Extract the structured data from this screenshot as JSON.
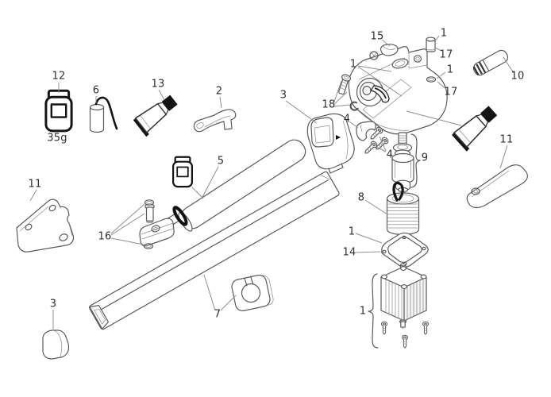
{
  "colors": {
    "bg": "#ffffff",
    "outline": "#5a5a5a",
    "ink": "#141414",
    "leader": "#8f8f8f",
    "label": "#2e2e2e"
  },
  "diagram": {
    "type": "exploded-parts-diagram",
    "description": "Exploded spare-parts view of a swing-gate linear actuator: gearbox housing, motor, piston tube and accessories with numbered callouts",
    "callouts": [
      {
        "id": "part-12",
        "text": "12"
      },
      {
        "id": "part-6",
        "text": "6"
      },
      {
        "id": "part-13",
        "text": "13"
      },
      {
        "id": "part-2",
        "text": "2"
      },
      {
        "id": "grease-weight",
        "text": "35g"
      },
      {
        "id": "part-3-top",
        "text": "3"
      },
      {
        "id": "part-15",
        "text": "15"
      },
      {
        "id": "part-1-pin",
        "text": "1"
      },
      {
        "id": "part-17-pin",
        "text": "17"
      },
      {
        "id": "part-1-oring",
        "text": "1"
      },
      {
        "id": "part-17-oring",
        "text": "17"
      },
      {
        "id": "part-10",
        "text": "10"
      },
      {
        "id": "part-1-housing",
        "text": "1"
      },
      {
        "id": "part-18",
        "text": "18"
      },
      {
        "id": "part-4-clamp",
        "text": "4"
      },
      {
        "id": "part-4-screws",
        "text": "4"
      },
      {
        "id": "part-9",
        "text": "9"
      },
      {
        "id": "part-11-right",
        "text": "11"
      },
      {
        "id": "part-5",
        "text": "5"
      },
      {
        "id": "part-11-left",
        "text": "11"
      },
      {
        "id": "part-16",
        "text": "16"
      },
      {
        "id": "part-8",
        "text": "8"
      },
      {
        "id": "part-1-gasket",
        "text": "1"
      },
      {
        "id": "part-14",
        "text": "14"
      },
      {
        "id": "part-1-motor",
        "text": "1"
      },
      {
        "id": "part-7",
        "text": "7"
      },
      {
        "id": "part-3-bottom",
        "text": "3"
      }
    ]
  }
}
